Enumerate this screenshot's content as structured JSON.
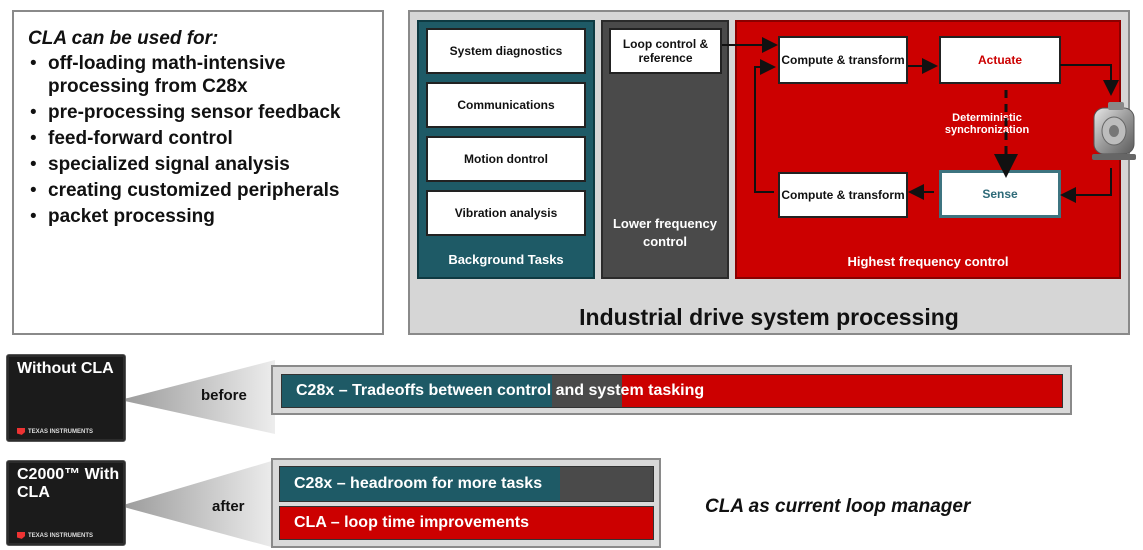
{
  "features": {
    "heading": "CLA can be used for:",
    "items": [
      "off-loading math-intensive processing from C28x",
      "pre-processing sensor feedback",
      "feed-forward control",
      "specialized signal analysis",
      "creating customized peripherals",
      "packet processing"
    ]
  },
  "drive": {
    "title": "Industrial drive system processing",
    "background": {
      "label": "Background Tasks",
      "tasks": [
        "System diagnostics",
        "Communications",
        "Motion dontrol",
        "Vibration analysis"
      ]
    },
    "lower": {
      "box": "Loop control & reference",
      "label": "Lower frequency control"
    },
    "highest": {
      "label": "Highest frequency control",
      "compute_top": "Compute & transform",
      "compute_bottom": "Compute & transform",
      "actuate": "Actuate",
      "sense": "Sense",
      "sync": "Deterministic synchronization"
    },
    "motor_icon": "motor-icon"
  },
  "without": {
    "chip": "Without CLA",
    "brand": "TEXAS INSTRUMENTS",
    "label": "before",
    "bar": "C28x – Tradeoffs between control and system tasking"
  },
  "with": {
    "chip": "C2000™ With CLA",
    "brand": "TEXAS INSTRUMENTS",
    "label": "after",
    "bar_top": "C28x – headroom for more tasks",
    "bar_bottom": "CLA – loop time improvements"
  },
  "note": "CLA as current loop manager",
  "colors": {
    "teal": "#1e5a66",
    "gray": "#4a4a4a",
    "red": "#cc0000",
    "panel": "#d6d6d6"
  }
}
